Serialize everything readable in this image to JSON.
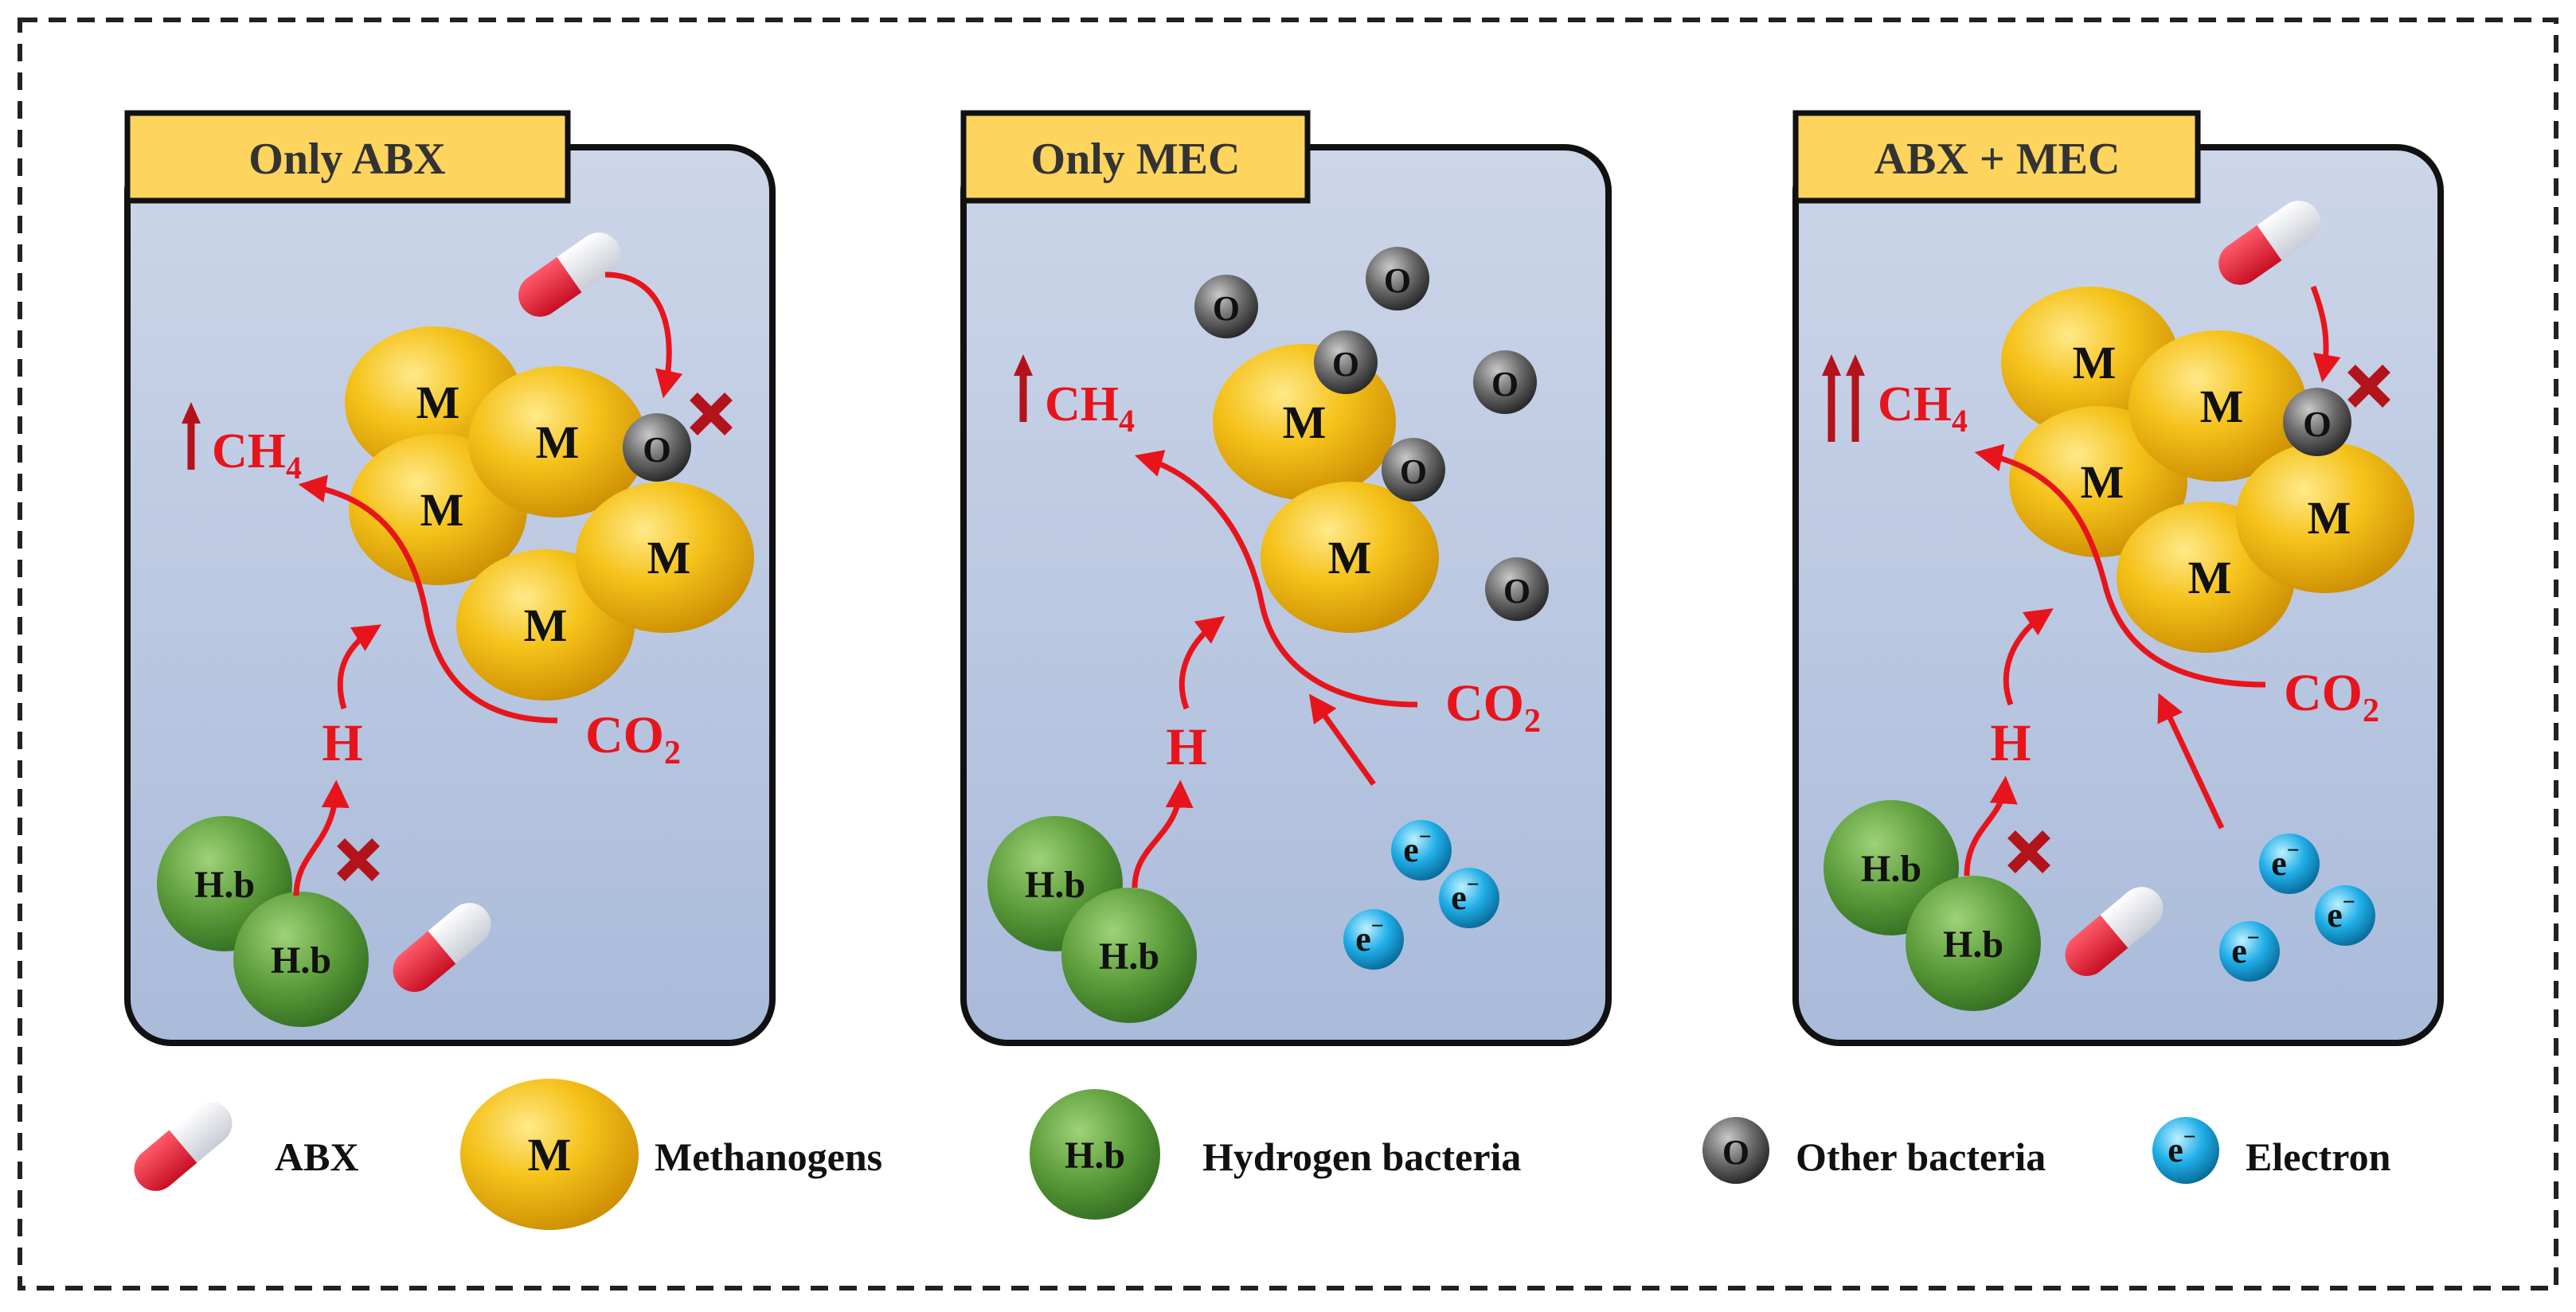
{
  "colors": {
    "arrow": "#e8141c",
    "up_arrow": "#b3131a",
    "cross": "#b3131a",
    "tank_top": "#c8d2e6",
    "tank_bottom": "#aebfdb",
    "label_fill": "#fcd45e",
    "methanogen": "#f2b705",
    "hydrogen_bacteria": "#5b9a3b",
    "other_bacteria": "#555555",
    "electron": "#1aa3e0"
  },
  "panels": [
    {
      "title": "Only ABX",
      "ch4": "CH",
      "ch4_sub": "4",
      "co2": "CO",
      "co2_sub": "2",
      "h": "H",
      "hb1": "H.b",
      "hb2": "H.b",
      "m1": "M",
      "m2": "M",
      "m3": "M",
      "m4": "M",
      "m5": "M",
      "o1": "O"
    },
    {
      "title": "Only MEC",
      "ch4": "CH",
      "ch4_sub": "4",
      "co2": "CO",
      "co2_sub": "2",
      "h": "H",
      "hb1": "H.b",
      "hb2": "H.b",
      "m1": "M",
      "m2": "M",
      "o1": "O",
      "o2": "O",
      "o3": "O",
      "o4": "O",
      "o5": "O",
      "o6": "O",
      "e1": "e",
      "e2": "e",
      "e3": "e"
    },
    {
      "title": "ABX + MEC",
      "ch4": "CH",
      "ch4_sub": "4",
      "co2": "CO",
      "co2_sub": "2",
      "h": "H",
      "hb1": "H.b",
      "hb2": "H.b",
      "m1": "M",
      "m2": "M",
      "m3": "M",
      "m4": "M",
      "m5": "M",
      "o1": "O",
      "e1": "e",
      "e2": "e",
      "e3": "e"
    }
  ],
  "legend": {
    "abx": "ABX",
    "methanogens_symbol": "M",
    "methanogens": "Methanogens",
    "hydrogen_symbol": "H.b",
    "hydrogen": "Hydrogen bacteria",
    "other_symbol": "O",
    "other": "Other bacteria",
    "electron_symbol": "e",
    "electron": "Electron"
  }
}
